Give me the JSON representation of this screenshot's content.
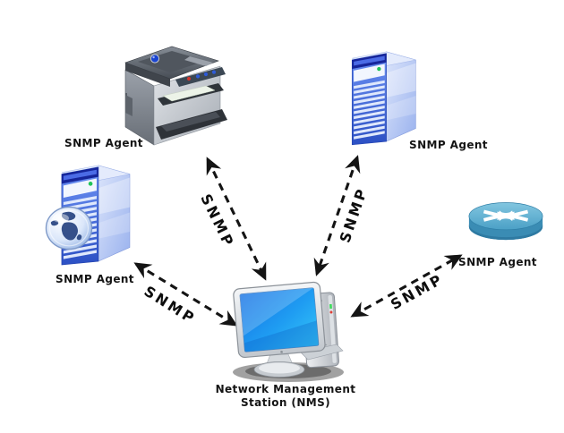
{
  "diagram": {
    "description": "SNMP management diagram: four SNMP Agent devices connected by dashed bidirectional SNMP links to a central Network Management Station",
    "background_color": "#ffffff",
    "nodes": {
      "printer": {
        "label": "SNMP Agent",
        "device": "multifunction-printer"
      },
      "server_top": {
        "label": "SNMP Agent",
        "device": "tower-server"
      },
      "server_left": {
        "label": "SNMP Agent",
        "device": "tower-server-with-globe"
      },
      "router": {
        "label": "SNMP Agent",
        "device": "router"
      },
      "nms": {
        "label_line1": "Network Management",
        "label_line2": "Station (NMS)",
        "device": "workstation"
      }
    },
    "links": [
      {
        "id": "printer-nms",
        "label": "SNMP",
        "style": "dashed",
        "arrows": "both"
      },
      {
        "id": "server-top-nms",
        "label": "SNMP",
        "style": "dashed",
        "arrows": "both"
      },
      {
        "id": "server-left-nms",
        "label": "SNMP",
        "style": "dashed",
        "arrows": "both"
      },
      {
        "id": "router-nms",
        "label": "SNMP",
        "style": "dashed",
        "arrows": "both"
      }
    ],
    "colors": {
      "label_text": "#141414",
      "link_line": "#141414",
      "server_front_blue": "#3c5fd6",
      "server_side_blue": "#b2c6f4",
      "router_blue": "#4ba0c6",
      "monitor_screen_blue": "#1e8cf0",
      "printer_gray": "#9aa0a8"
    }
  }
}
